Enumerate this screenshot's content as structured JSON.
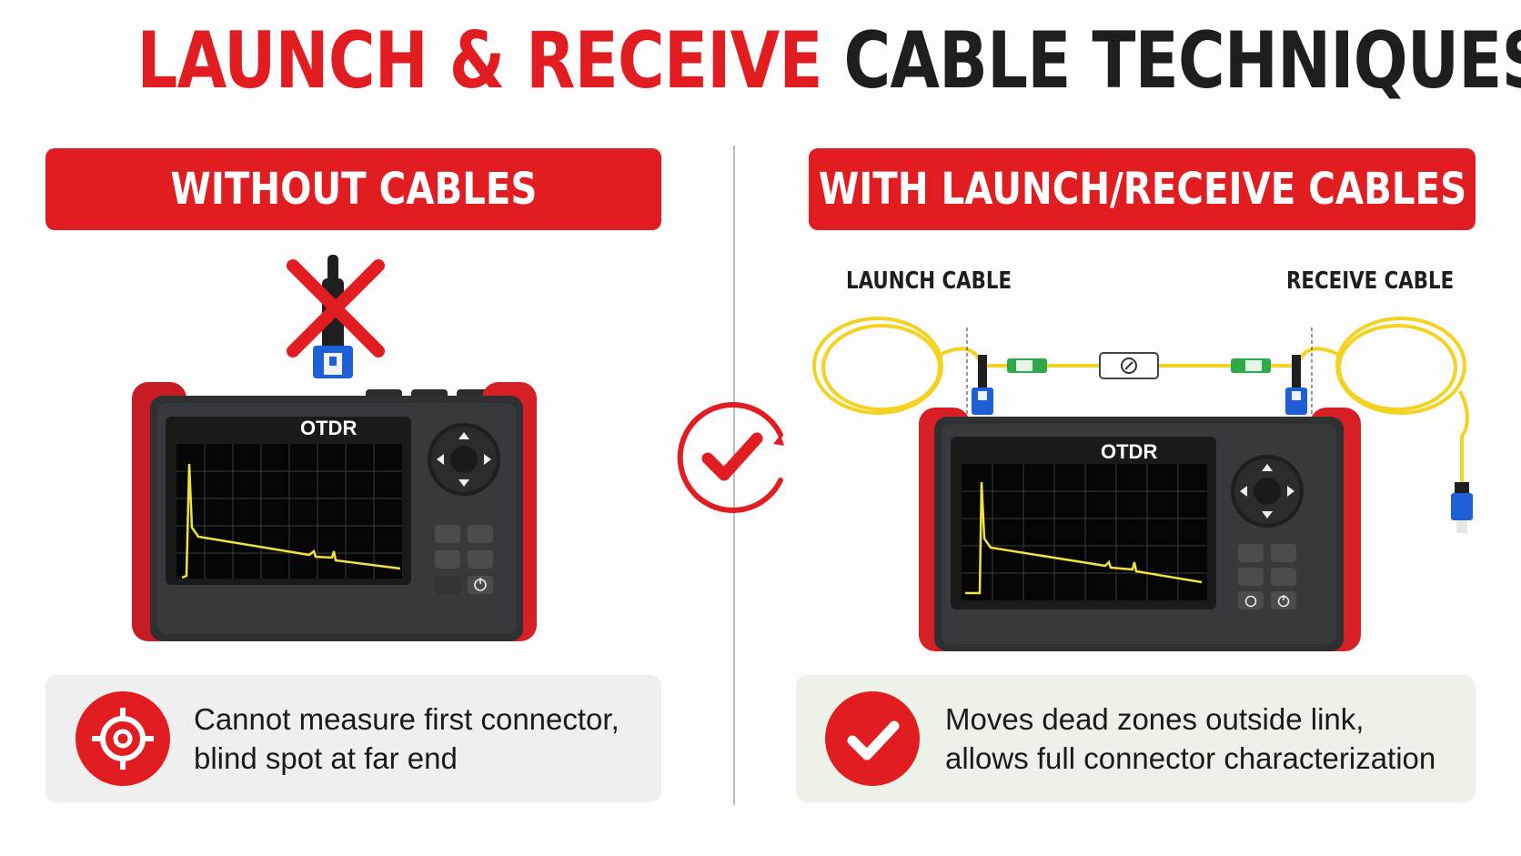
{
  "title": {
    "part_red": "LAUNCH & RECEIVE",
    "part_dark": "CABLE TECHNIQUES"
  },
  "left_panel": {
    "heading": "WITHOUT CABLES",
    "device_label": "OTDR",
    "info_line1": "Cannot measure first connector,",
    "info_line2": "blind spot at far end",
    "info_icon": "target-icon"
  },
  "right_panel": {
    "heading": "WITH LAUNCH/RECEIVE CABLES",
    "device_label": "OTDR",
    "launch_label": "LAUNCH CABLE",
    "receive_label": "RECEIVE CABLE",
    "info_line1": "Moves dead zones outside link,",
    "info_line2": "allows full connector characterization",
    "info_icon": "checkmark-icon"
  },
  "center_icon": "checkmark-circle-icon",
  "colors": {
    "accent_red": "#e11d22",
    "dark": "#1e1e1e",
    "device_body": "#2e3032",
    "trace": "#f2e33a",
    "fiber": "#f4d220",
    "connector_blue": "#1f5fd6",
    "connector_green": "#2fa84a"
  }
}
